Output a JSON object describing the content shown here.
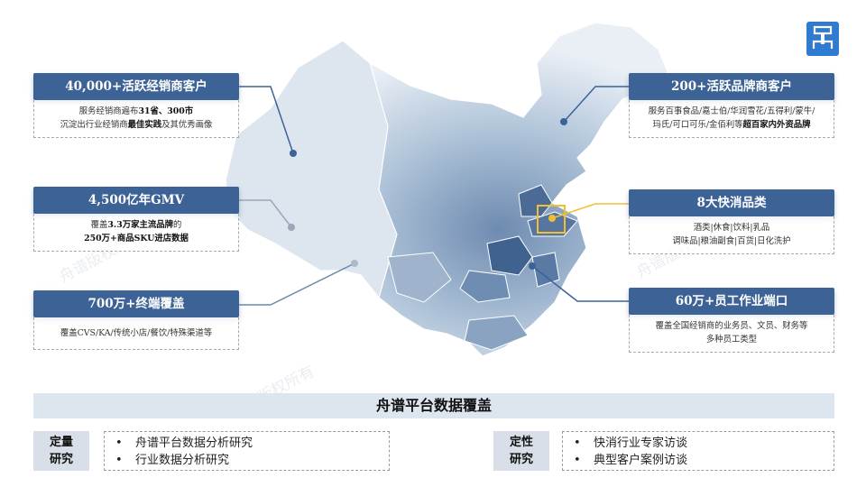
{
  "watermark": {
    "text_left": "舟谱版权所有",
    "text_mid": "舟谱版权所有",
    "text_right": "舟谱版权所有"
  },
  "logo": {
    "icon": "zhoupu-logo-icon",
    "color": "#2f7bd0"
  },
  "cards": {
    "dealers": {
      "title": "40,000+活跃经销商客户",
      "line1_a": "服务经销商遍布",
      "line1_b": "31省、300市",
      "line2_a": "沉淀出行业经销商",
      "line2_b": "最佳实践",
      "line2_c": "及其优秀画像"
    },
    "gmv": {
      "title": "4,500亿年GMV",
      "line1_a": "覆盖",
      "line1_b": "3.3万家主流品牌",
      "line1_c": "的",
      "line2": "250万+商品SKU进店数据"
    },
    "terminals": {
      "title": "700万+终端覆盖",
      "line1": "覆盖CVS/KA/传统小店/餐饮/特殊渠道等"
    },
    "brands": {
      "title": "200+活跃品牌商客户",
      "line1": "服务百事食品/嘉士伯/华润雪花/五得利/蒙牛/",
      "line2_a": "玛氏/可口可乐/金佰利等",
      "line2_b": "超百家内外资品牌"
    },
    "fmcg": {
      "title": "8大快消品类",
      "line1": "酒类|休食|饮料|乳品",
      "line2": "调味品|粮油副食|百货|日化洗护"
    },
    "staff": {
      "title": "60万+员工作业端口",
      "line1": "覆盖全国经销商的业务员、文员、财务等",
      "line2": "多种员工类型"
    }
  },
  "banner": {
    "title": "舟谱平台数据覆盖"
  },
  "methods": {
    "quant": {
      "tag_line1": "定量",
      "tag_line2": "研究",
      "items": [
        "舟谱平台数据分析研究",
        "行业数据分析研究"
      ]
    },
    "qual": {
      "tag_line1": "定性",
      "tag_line2": "研究",
      "items": [
        "快消行业专家访谈",
        "典型客户案例访谈"
      ]
    }
  },
  "colors": {
    "accent": "#3d6396",
    "banner_bg": "#dde5ef",
    "highlight": "#f0c030"
  }
}
